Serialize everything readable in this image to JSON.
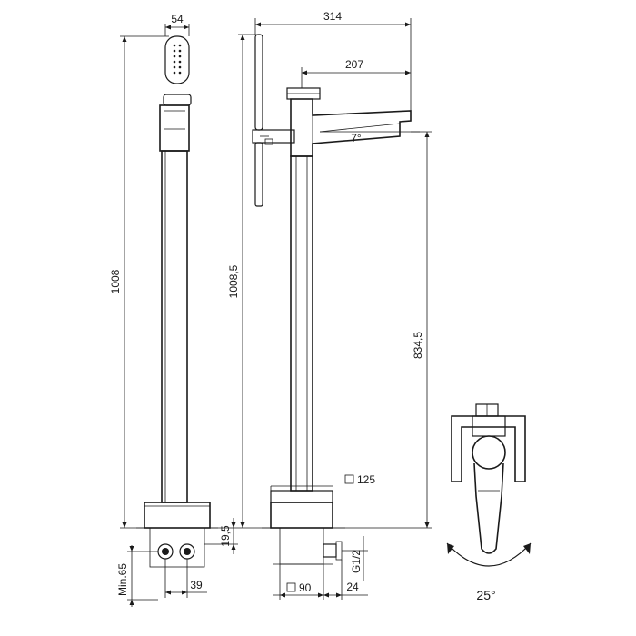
{
  "diagram": {
    "front_view": {
      "width_top": "54",
      "height_total": "1008",
      "base_offset": "19,5",
      "min_depth": "Min.65",
      "inlet_spacing": "39"
    },
    "side_view": {
      "overall_depth": "314",
      "spout_reach": "207",
      "spout_angle": "7°",
      "height_total": "1008,5",
      "spout_height": "834,5",
      "base_square": "125",
      "floor_square": "90",
      "inlet_thread": "G1/2",
      "inlet_offset": "24"
    },
    "handle_detail": {
      "rotation_angle": "25°"
    }
  }
}
